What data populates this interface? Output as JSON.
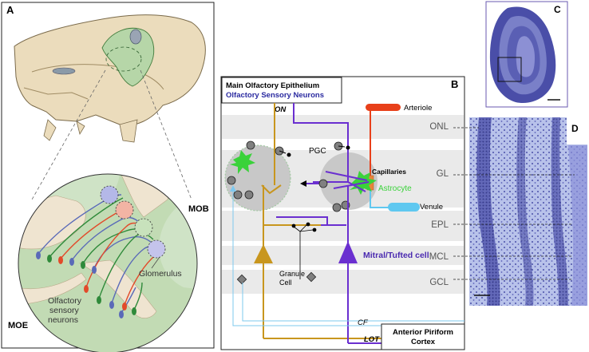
{
  "panel_a": {
    "letter": "A",
    "label_mob": "MOB",
    "label_moe": "MOE",
    "label_glomerulus": "Glomerulus",
    "label_osn_1": "Olfactory",
    "label_osn_2": "sensory",
    "label_osn_3": "neurons"
  },
  "panel_b": {
    "letter": "B",
    "header_1": "Main Olfactory Epithelium",
    "header_2": "Olfactory Sensory Neurons",
    "label_on": "ON",
    "label_arteriole": "Arteriole",
    "label_pgc": "PGC",
    "label_capillaries": "Capillaries",
    "label_astrocyte": "Astrocyte",
    "label_venule": "Venule",
    "label_mitral": "Mitral/Tufted cell",
    "label_granule_1": "Granule",
    "label_granule_2": "Cell",
    "label_cf": "CF",
    "label_lot": "LOT",
    "target_1": "Anterior Piriform",
    "target_2": "Cortex",
    "layers": [
      "ONL",
      "GL",
      "EPL",
      "MCL",
      "GCL"
    ]
  },
  "panel_c": {
    "letter": "C"
  },
  "panel_d": {
    "letter": "D"
  },
  "colors": {
    "gold": "#c8961e",
    "purple": "#6a2fd0",
    "green_region": "#cfe3c6",
    "astrocyte": "#3ad23a",
    "arteriole": "#e8401a",
    "venule": "#5fc8f0",
    "cf_line": "#7ec8ee",
    "nissl": "#5a5fb4"
  }
}
